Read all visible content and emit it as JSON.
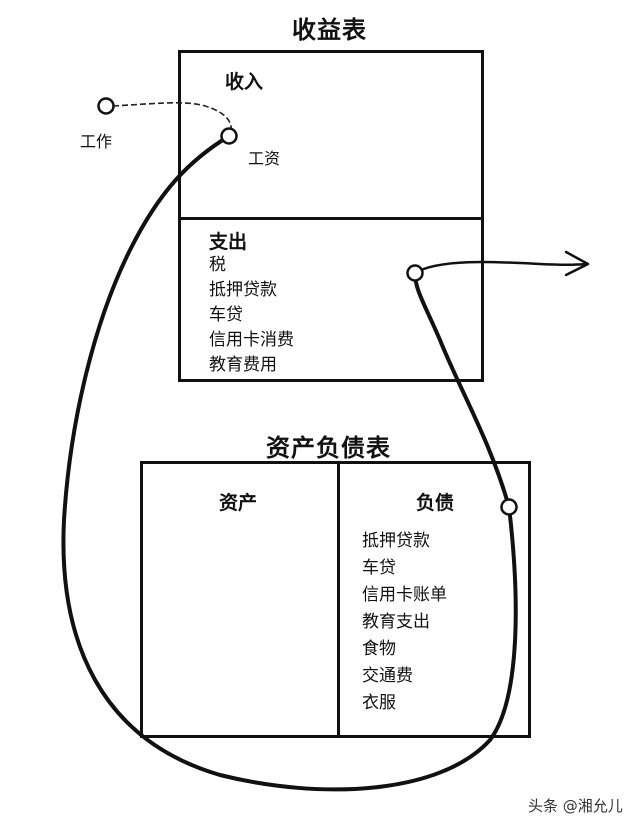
{
  "income_statement": {
    "title": "收益表",
    "income_label": "收入",
    "expense_label": "支出",
    "expenses": [
      "税",
      "抵押贷款",
      "车贷",
      "信用卡消费",
      "教育费用"
    ]
  },
  "balance_sheet": {
    "title": "资产负债表",
    "assets_label": "资产",
    "liabilities_label": "负债",
    "liabilities": [
      "抵押贷款",
      "车贷",
      "信用卡账单",
      "教育支出",
      "食物",
      "交通费",
      "衣服"
    ]
  },
  "flow": {
    "work_label": "工作",
    "salary_label": "工资"
  },
  "watermark": "头条 @湘允儿"
}
